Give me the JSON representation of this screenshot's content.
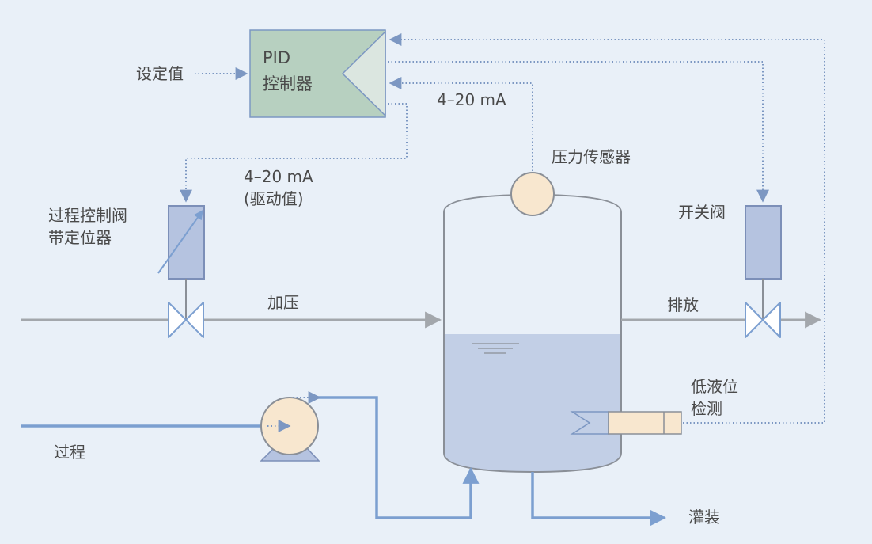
{
  "labels": {
    "setpoint": "设定值",
    "pid_line1": "PID",
    "pid_line2": "控制器",
    "signal_top": "4–20 mA",
    "pressure_sensor": "压力传感器",
    "signal_drive_line1": "4–20 mA",
    "signal_drive_line2": "(驱动值)",
    "control_valve_line1": "过程控制阀",
    "control_valve_line2": "带定位器",
    "on_off_valve": "开关阀",
    "pressurize": "加压",
    "vent": "排放",
    "low_level_line1": "低液位",
    "low_level_line2": "检测",
    "process": "过程",
    "filling": "灌装"
  },
  "colors": {
    "background": "#e9f0f8",
    "pid_box": "#b7d0c0",
    "liquid": "#c2cfe6",
    "actuator": "#b5c3e0",
    "sensor_fill": "#f8e7cf",
    "signal_line": "#7c97c2",
    "gray_pipe": "#a3a7ac",
    "blue_pipe": "#7c9fd0"
  }
}
